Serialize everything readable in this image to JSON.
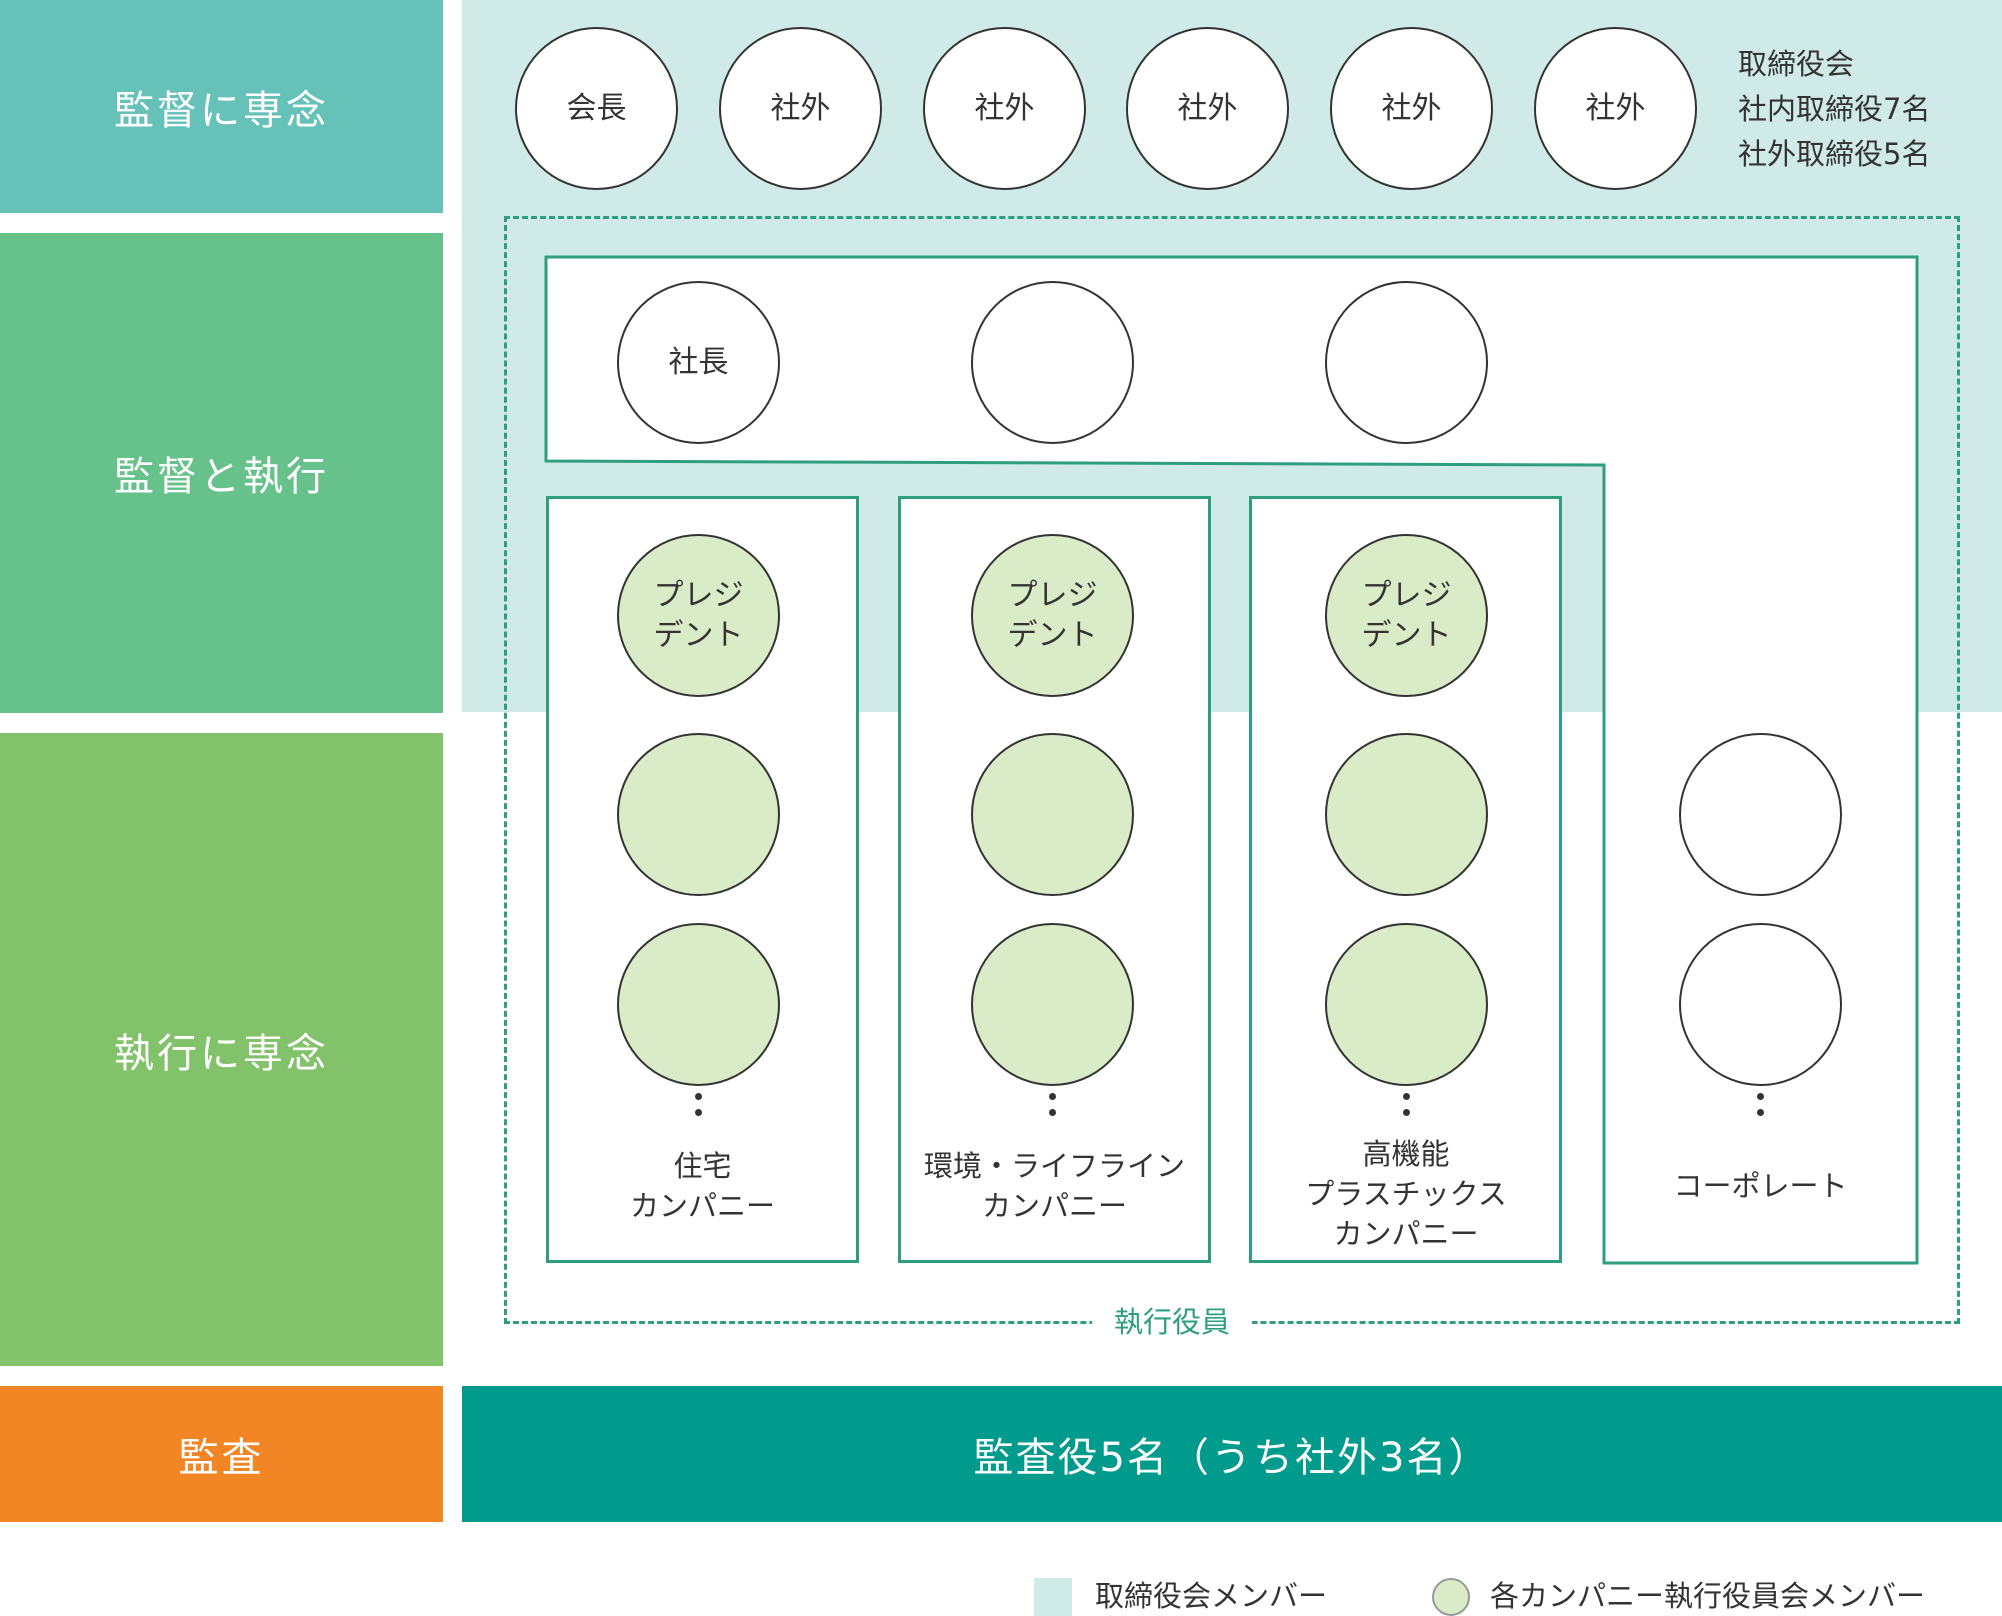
{
  "colors": {
    "supervision": "#66c2b9",
    "supervision_execution": "#66c18a",
    "execution": "#82c26a",
    "audit": "#f28524",
    "board_bg": "#cfeae7",
    "audit_bar": "#009b8c",
    "frame_green": "#2e9e7e",
    "member_green": "#d9ebc7"
  },
  "side_labels": {
    "supervision": "監督に専念",
    "supervision_execution": "監督と執行",
    "execution": "執行に専念",
    "audit": "監査"
  },
  "board": {
    "members": [
      "会長",
      "社外",
      "社外",
      "社外",
      "社外",
      "社外"
    ],
    "note": [
      "取締役会",
      "社内取締役7名",
      "社外取締役5名"
    ]
  },
  "president_row": {
    "members": [
      "社長",
      "",
      ""
    ]
  },
  "executive_officers_label": "執行役員",
  "companies": [
    {
      "president_label": "プレジ\nデント",
      "label": "住宅\nカンパニー"
    },
    {
      "president_label": "プレジ\nデント",
      "label": "環境・ライフライン\nカンパニー"
    },
    {
      "president_label": "プレジ\nデント",
      "label": "高機能\nプラスチックス\nカンパニー"
    }
  ],
  "corporate": {
    "label": "コーポレート"
  },
  "audit_bar_text": "監査役5名（うち社外3名）",
  "legend": {
    "board_member": "取締役会メンバー",
    "company_member": "各カンパニー執行役員会メンバー"
  }
}
